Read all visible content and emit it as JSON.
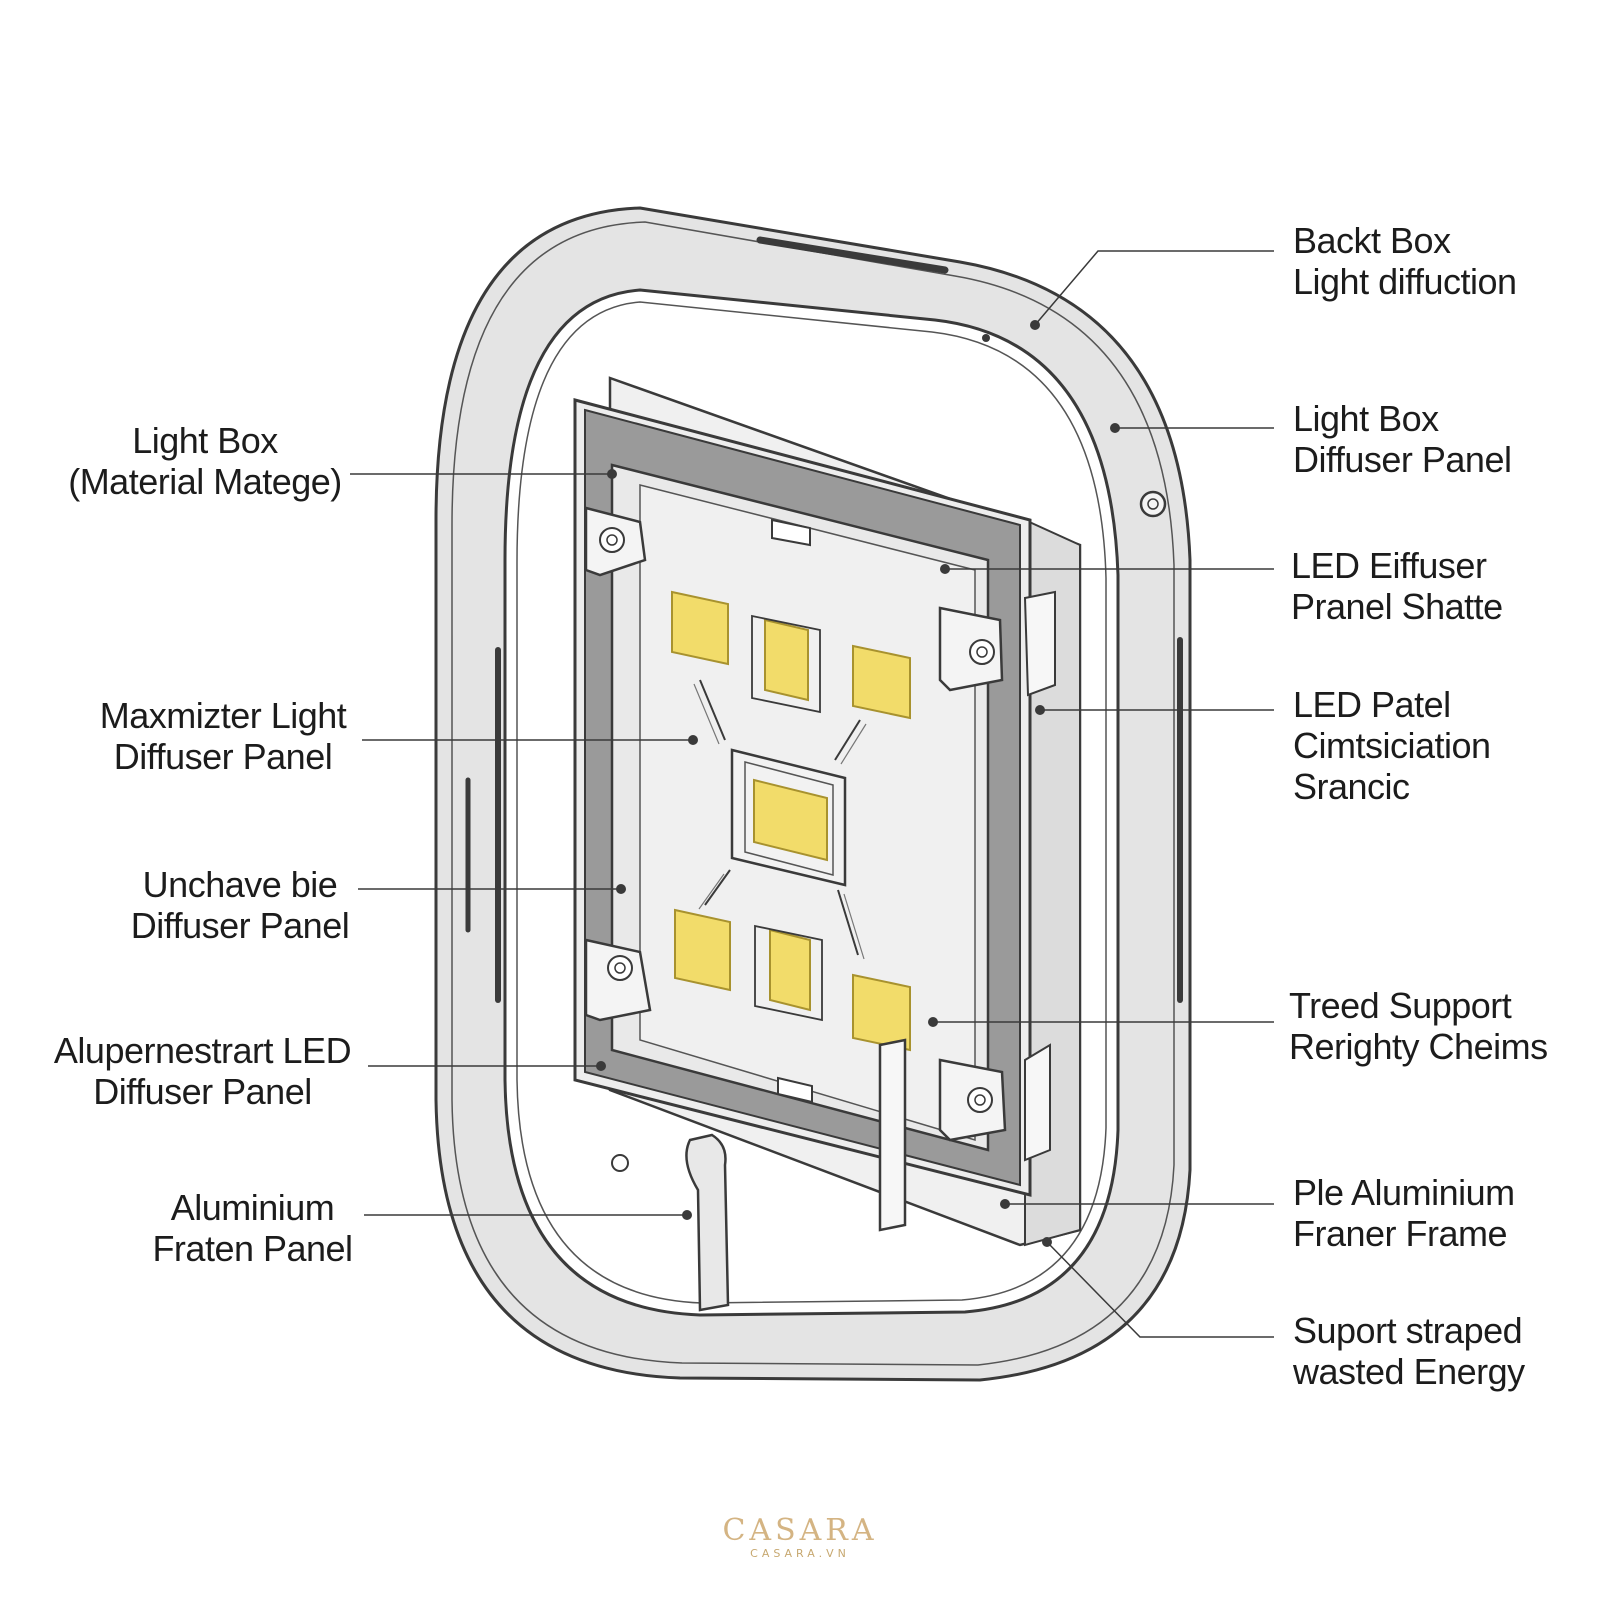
{
  "colors": {
    "line": "#3a3a3a",
    "frame_fill": "#e4e4e4",
    "frame_inner": "#f2f2f2",
    "board_fill": "#ececec",
    "board_dark": "#9a9a9a",
    "chip_fill": "#f2dc6a",
    "chip_stroke": "#a8922e",
    "logo": "#d4b483"
  },
  "icons": [
    "mounting-screw-icon",
    "led-chip-icon",
    "clip-bracket-icon"
  ],
  "labels_left": [
    {
      "id": "light-box-material",
      "lines": [
        "Light Box",
        "(Material Matege)"
      ]
    },
    {
      "id": "maxmizter-light-diffuser",
      "lines": [
        "Maxmizter Light",
        "Diffuser Panel"
      ]
    },
    {
      "id": "unchave-bie-diffuser",
      "lines": [
        "Unchave bie",
        "Diffuser Panel"
      ]
    },
    {
      "id": "alupernestrart-led-diffuser",
      "lines": [
        "Alupernestrart LED",
        "Diffuser Panel"
      ]
    },
    {
      "id": "aluminium-fraten-panel",
      "lines": [
        "Aluminium",
        "Fraten Panel"
      ]
    }
  ],
  "labels_right": [
    {
      "id": "backt-box-light",
      "lines": [
        "Backt Box",
        "Light diffuction"
      ]
    },
    {
      "id": "light-box-diffuser",
      "lines": [
        "Light Box",
        "Diffuser Panel"
      ]
    },
    {
      "id": "led-eiffuser-pranel",
      "lines": [
        "LED Eiffuser",
        "Pranel Shatte"
      ]
    },
    {
      "id": "led-patel-cimtsiciation",
      "lines": [
        "LED Patel",
        "Cimtsiciation",
        "Srancic"
      ]
    },
    {
      "id": "treed-support",
      "lines": [
        "Treed Support",
        "Rerighty Cheims"
      ]
    },
    {
      "id": "ple-aluminium-frame",
      "lines": [
        "Ple Aluminium",
        "Franer Frame"
      ]
    },
    {
      "id": "suport-straped",
      "lines": [
        "Suport straped",
        "wasted Energy"
      ]
    }
  ],
  "logo": {
    "brand": "CASARA",
    "sub": "CASARA.VN"
  }
}
